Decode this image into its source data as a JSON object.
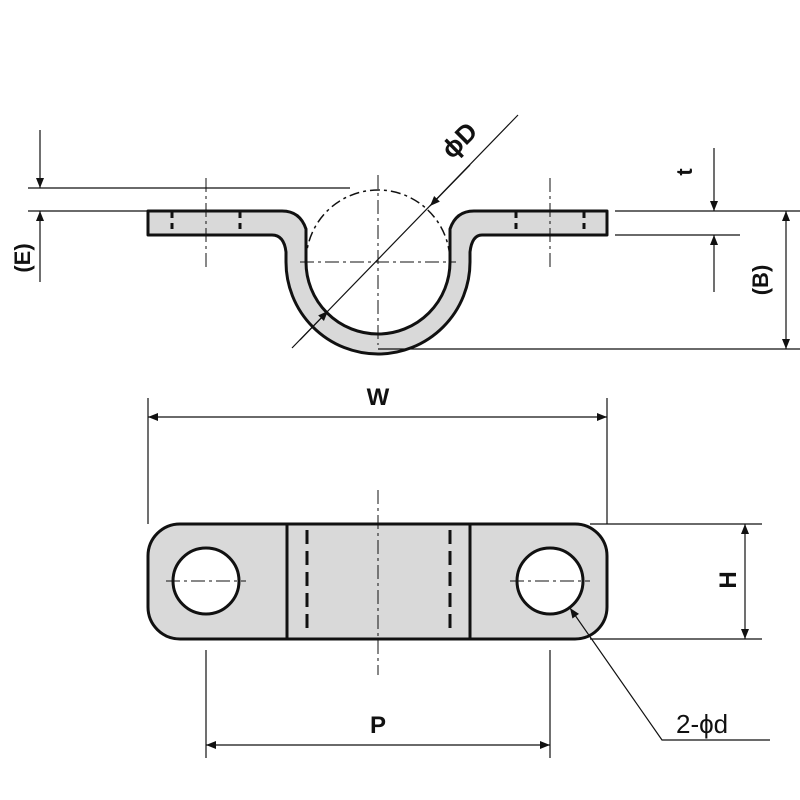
{
  "labels": {
    "dim_D": "ϕD",
    "dim_t": "t",
    "dim_E": "(E)",
    "dim_B": "(B)",
    "dim_W": "W",
    "dim_H": "H",
    "dim_P": "P",
    "dim_d": "2-ϕd"
  },
  "colors": {
    "part_fill": "#d9d9d9",
    "line": "#111111",
    "background": "#ffffff"
  }
}
